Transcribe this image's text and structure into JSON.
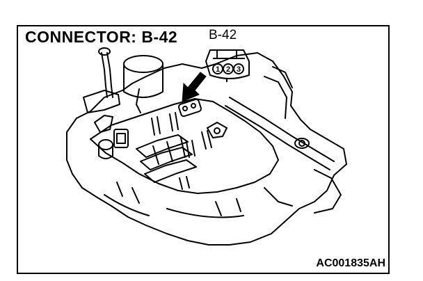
{
  "diagram": {
    "title": "CONNECTOR: B-42",
    "connector_label": "B-42",
    "connector_pins": [
      "1",
      "2",
      "3"
    ],
    "figure_code": "AC001835AH",
    "icons": {
      "connector_face": "connector-face-icon",
      "pointer_arrow": "arrow-down-left-icon"
    }
  }
}
